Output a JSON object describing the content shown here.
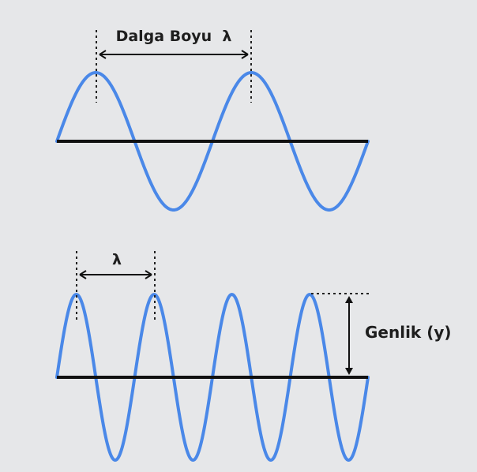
{
  "labels": {
    "wavelength_top": "Dalga Boyu  λ",
    "wavelength_bottom": "λ",
    "amplitude": "Genlik (y)"
  },
  "colors": {
    "background": "#e6e7e9",
    "wave": "#4a88e8",
    "axis": "#111111",
    "text": "#1e1e1e"
  },
  "waves": {
    "top": {
      "cycles": 2
    },
    "bottom": {
      "cycles": 4
    }
  }
}
